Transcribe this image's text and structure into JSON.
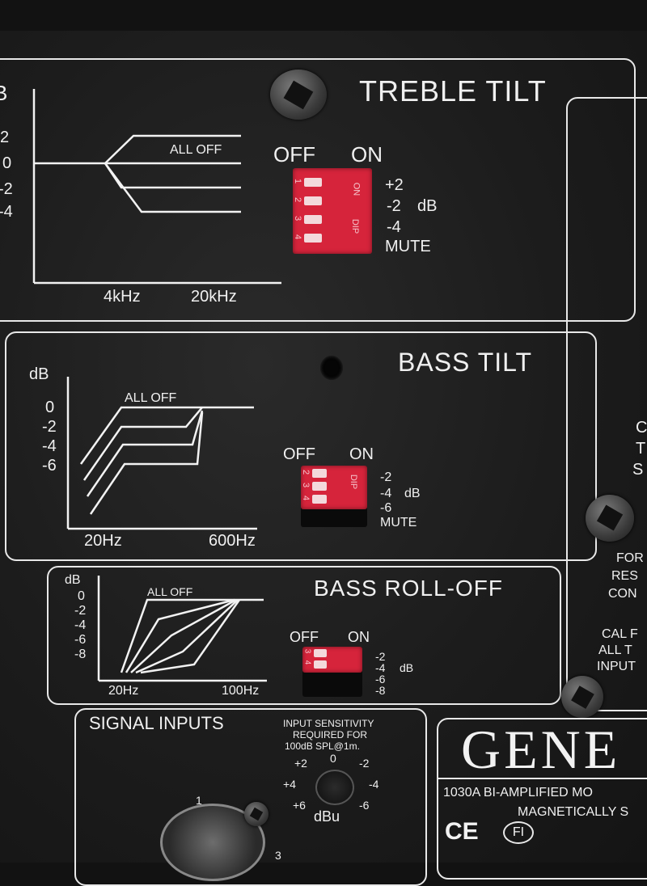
{
  "treble_tilt": {
    "title": "TREBLE TILT",
    "db_partial": "B",
    "axis_values": [
      "2",
      "0",
      "-2",
      "-4"
    ],
    "all_off": "ALL OFF",
    "freq_low": "4kHz",
    "freq_high": "20kHz",
    "off_label": "OFF",
    "on_label": "ON",
    "switch_numbers": [
      "1",
      "2",
      "3",
      "4"
    ],
    "switch_side_text": [
      "ON",
      "DIP"
    ],
    "settings": [
      "+2",
      "-2",
      "-4",
      "MUTE"
    ],
    "db_unit": "dB"
  },
  "bass_tilt": {
    "title": "BASS TILT",
    "db": "dB",
    "axis_values": [
      "0",
      "-2",
      "-4",
      "-6"
    ],
    "all_off": "ALL OFF",
    "freq_low": "20Hz",
    "freq_high": "600Hz",
    "off_label": "OFF",
    "on_label": "ON",
    "switch_numbers": [
      "2",
      "3",
      "4"
    ],
    "switch_side_text": "DIP",
    "settings": [
      "-2",
      "-4",
      "-6",
      "MUTE"
    ],
    "db_unit": "dB"
  },
  "bass_rolloff": {
    "title": "BASS ROLL-OFF",
    "db": "dB",
    "axis_values": [
      "0",
      "-2",
      "-4",
      "-6",
      "-8"
    ],
    "all_off": "ALL OFF",
    "freq_low": "20Hz",
    "freq_high": "100Hz",
    "off_label": "OFF",
    "on_label": "ON",
    "switch_numbers": [
      "3",
      "4"
    ],
    "settings": [
      "-2",
      "-4",
      "-6",
      "-8"
    ],
    "db_unit": "dB"
  },
  "signal_inputs": {
    "title": "SIGNAL INPUTS",
    "sensitivity_lines": [
      "INPUT SENSITIVITY",
      "REQUIRED FOR",
      "100dB SPL@1m."
    ],
    "knob_marks": [
      "+2",
      "0",
      "-2",
      "+4",
      "-4",
      "+6",
      "-6"
    ],
    "knob_unit": "dBu",
    "pin_1": "1",
    "pin_3": "3"
  },
  "right_column": {
    "partial_lines_1": [
      "C",
      "T",
      "S"
    ],
    "partial_lines_2": [
      "FOR",
      "RES",
      "CON"
    ],
    "partial_lines_3": [
      "CAL F",
      "ALL T",
      "INPUT"
    ]
  },
  "brand": {
    "logo_partial": "GENE",
    "model_line": "1030A BI-AMPLIFIED MO",
    "shield_line": "MAGNETICALLY S",
    "ce_mark": "CE",
    "fi_mark": "FI"
  }
}
